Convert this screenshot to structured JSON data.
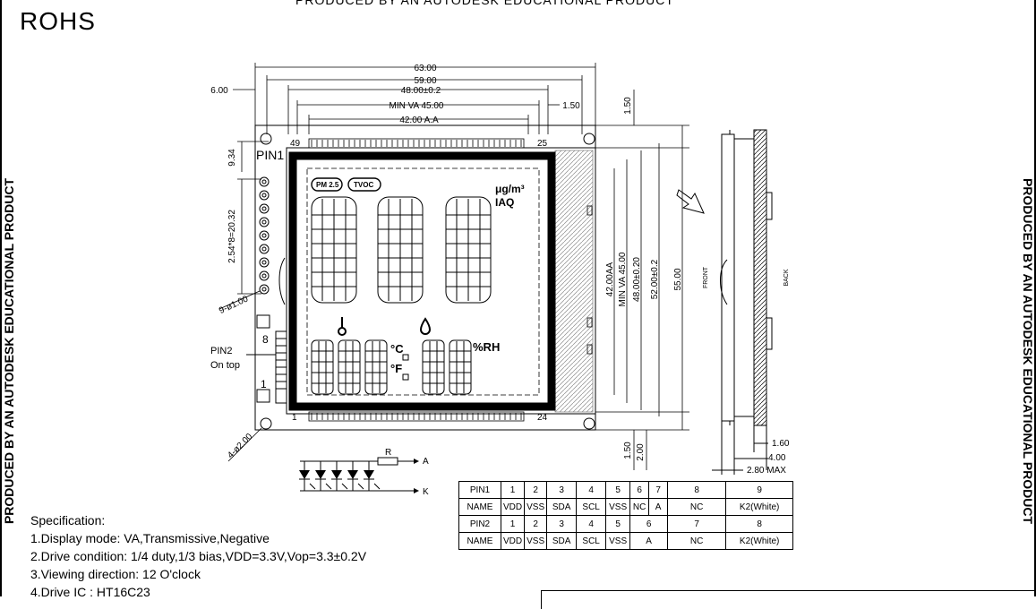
{
  "header": {
    "watermark_top": "PRODUCED BY AN AUTODESK EDUCATIONAL PRODUCT",
    "watermark_side": "PRODUCED BY AN AUTODESK EDUCATIONAL PRODUCT",
    "rohs": "ROHS"
  },
  "dims": {
    "d63": "63.00",
    "d59": "59.00",
    "d48": "48.00±0.2",
    "minva": "MIN VA 45.00",
    "d42": "42.00 A.A",
    "d6": "6.00",
    "d150": "1.50",
    "d934": "9.34",
    "pitch": "2.54*8=20.32",
    "holes": "9-ø1.00",
    "mount": "4-ø2.00",
    "v42": "42.00AA",
    "vminva": "MIN VA 45.00",
    "v48": "48.00±0.20",
    "v52": "52.00±0.2",
    "v55": "55.00",
    "b150": "1.50",
    "b200": "2.00",
    "s160": "1.60",
    "s400": "4.00",
    "s280": "2.80 MAX",
    "front": "FRONT",
    "back": "BACK"
  },
  "lcd": {
    "pin1": "PIN1",
    "pin2": "PIN2",
    "on_top": "On top",
    "n49": "49",
    "n25": "25",
    "n1": "1",
    "n24": "24",
    "n8": "8",
    "n1b": "1",
    "pm25": "PM 2.5",
    "tvoc": "TVOC",
    "ugm3": "μg/m³",
    "iaq": "IAQ",
    "degc": "°C",
    "degf": "°F",
    "rh": "%RH"
  },
  "led": {
    "r": "R",
    "a": "A",
    "k": "K"
  },
  "pin_table": {
    "rows": [
      [
        "PIN1",
        "1",
        "2",
        "3",
        "4",
        "5",
        "6",
        "7",
        "8",
        "9"
      ],
      [
        "NAME",
        "VDD",
        "VSS",
        "SDA",
        "SCL",
        "VSS",
        "NC",
        "A",
        "NC",
        "K2(White)"
      ],
      [
        "PIN2",
        "1",
        "2",
        "3",
        "4",
        "5",
        "6",
        "7",
        "8"
      ],
      [
        "NAME",
        "VDD",
        "VSS",
        "SDA",
        "SCL",
        "VSS",
        "A",
        "NC",
        "K2(White)"
      ]
    ]
  },
  "spec": {
    "title": "Specification:",
    "lines": [
      "1.Display mode: VA,Transmissive,Negative",
      "2.Drive condition: 1/4 duty,1/3 bias,VDD=3.3V,Vop=3.3±0.2V",
      "3.Viewing direction: 12 O'clock",
      "4.Drive IC : HT16C23"
    ]
  }
}
